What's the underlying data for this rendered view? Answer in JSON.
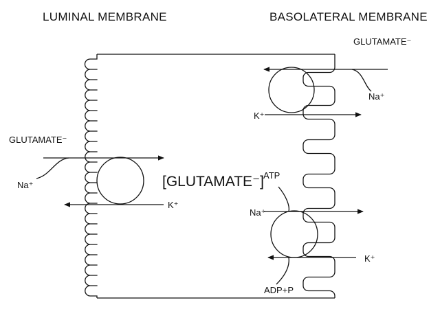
{
  "titles": {
    "luminal": "LUMINAL MEMBRANE",
    "basolateral": "BASOLATERAL MEMBRANE"
  },
  "labels": {
    "glutamate_top_right": "GLUTAMATE⁻",
    "na_top_right": "Na⁺",
    "k_top_right": "K⁺",
    "glutamate_left": "GLUTAMATE⁻",
    "na_left": "Na⁺",
    "k_left": "K⁺",
    "glutamate_cell": "[GLUTAMATE⁻]",
    "atp": "ATP",
    "na_pump": "Na⁺",
    "k_pump": "K⁺",
    "adp": "ADP+P"
  }
}
